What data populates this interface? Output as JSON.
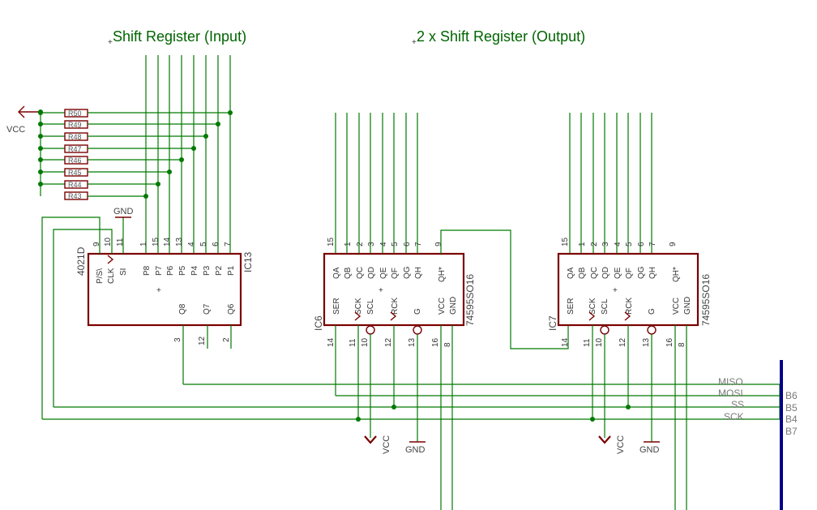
{
  "titles": {
    "input": "Shift Register (Input)",
    "output": "2 x Shift Register (Output)"
  },
  "power": {
    "vcc": "VCC",
    "gnd": "GND"
  },
  "resistors": [
    "R50",
    "R49",
    "R48",
    "R47",
    "R46",
    "R45",
    "R44",
    "R43"
  ],
  "ic13": {
    "name": "IC13",
    "part": "4021D",
    "top_pins": [
      "9",
      "10",
      "11",
      "1",
      "15",
      "14",
      "13",
      "4",
      "5",
      "6",
      "7"
    ],
    "top_labels": [
      "P/S\\",
      "CLK",
      "SI",
      "P8",
      "P7",
      "P6",
      "P5",
      "P4",
      "P3",
      "P2",
      "P1"
    ],
    "bottom_pins": [
      "3",
      "12",
      "2"
    ],
    "bottom_labels": [
      "Q8",
      "Q7",
      "Q6"
    ]
  },
  "ic6": {
    "name": "IC6",
    "part": "74595SO16",
    "top_pins": [
      "15",
      "1",
      "2",
      "3",
      "4",
      "5",
      "6",
      "7",
      "9"
    ],
    "top_labels": [
      "QA",
      "QB",
      "QC",
      "QD",
      "QE",
      "QF",
      "QG",
      "QH",
      "QH*"
    ],
    "bottom_pins": [
      "14",
      "11",
      "10",
      "12",
      "13",
      "16",
      "8"
    ],
    "bottom_labels": [
      "SER",
      "SCK",
      "SCL",
      "RCK",
      "G",
      "VCC",
      "GND"
    ]
  },
  "ic7": {
    "name": "IC7",
    "part": "74595SO16",
    "top_pins": [
      "15",
      "1",
      "2",
      "3",
      "4",
      "5",
      "6",
      "7",
      "9"
    ],
    "top_labels": [
      "QA",
      "QB",
      "QC",
      "QD",
      "QE",
      "QF",
      "QG",
      "QH",
      "QH*"
    ],
    "bottom_pins": [
      "14",
      "11",
      "10",
      "12",
      "13",
      "16",
      "8"
    ],
    "bottom_labels": [
      "SER",
      "SCK",
      "SCL",
      "RCK",
      "G",
      "VCC",
      "GND"
    ]
  },
  "bus": {
    "nets": [
      "MISO",
      "MOSI",
      "SS",
      "SCK"
    ],
    "ports": [
      "B6",
      "B5",
      "B4",
      "B7"
    ]
  }
}
